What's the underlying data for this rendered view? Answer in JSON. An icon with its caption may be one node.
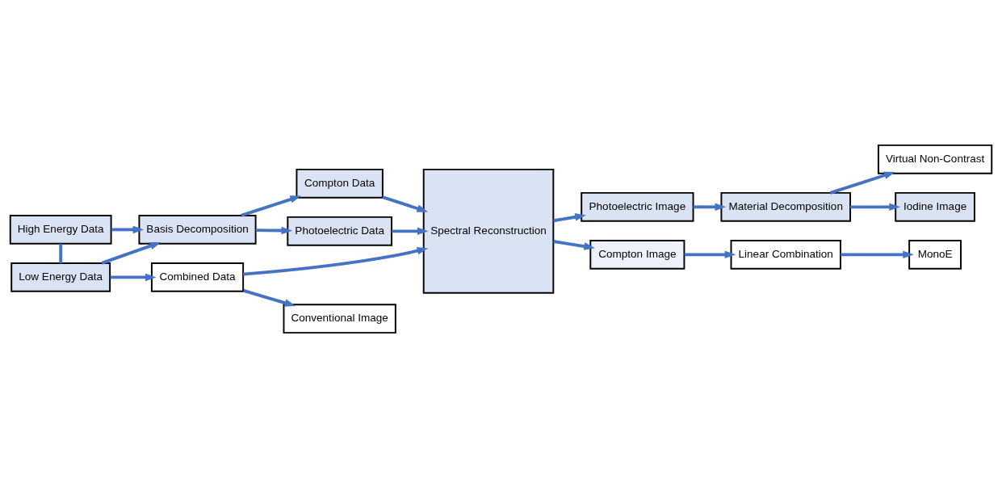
{
  "diagram": {
    "nodes": [
      {
        "text": [
          "High Energy Data"
        ]
      },
      {
        "text": [
          "Low Energy Data"
        ]
      },
      {
        "text": [
          "Basis Decomposition"
        ]
      },
      {
        "text": [
          "Compton Data"
        ]
      },
      {
        "text": [
          "Photoelectric Data"
        ]
      },
      {
        "text": [
          "Spectral Reconstruction"
        ]
      },
      {
        "text": [
          "Combined Data"
        ]
      },
      {
        "text": [
          "Photoelectric Image"
        ]
      },
      {
        "text": [
          "Compton Image"
        ]
      },
      {
        "text": [
          "Material Decomposition"
        ]
      },
      {
        "text": [
          "Linear Combination"
        ]
      },
      {
        "text": [
          "MonoE"
        ]
      },
      {
        "text": [
          "Virtual Non-Contrast"
        ]
      },
      {
        "text": [
          "Iodine Image"
        ]
      },
      {
        "text": [
          "Conventional Image"
        ]
      }
    ],
    "edges": [
      {
        "from": 0,
        "to": 1,
        "arrow": "none"
      },
      {
        "from": 0,
        "to": 2,
        "arrow": "to"
      },
      {
        "from": 1,
        "to": 2,
        "arrow": "to"
      },
      {
        "from": 2,
        "to": 3,
        "arrow": "to"
      },
      {
        "from": 2,
        "to": 4,
        "arrow": "to"
      },
      {
        "from": 3,
        "to": 5,
        "arrow": "to"
      },
      {
        "from": 4,
        "to": 5,
        "arrow": "to"
      },
      {
        "from": 1,
        "to": 6,
        "arrow": "to"
      },
      {
        "from": 6,
        "to": 5,
        "arrow": "to"
      },
      {
        "from": 6,
        "to": 14,
        "arrow": "to"
      },
      {
        "from": 5,
        "to": 7,
        "arrow": "to"
      },
      {
        "from": 5,
        "to": 8,
        "arrow": "to"
      },
      {
        "from": 7,
        "to": 9,
        "arrow": "to"
      },
      {
        "from": 8,
        "to": 10,
        "arrow": "to"
      },
      {
        "from": 10,
        "to": 11,
        "arrow": "to"
      },
      {
        "from": 9,
        "to": 12,
        "arrow": "to"
      },
      {
        "from": 9,
        "to": 13,
        "arrow": "to"
      }
    ]
  }
}
